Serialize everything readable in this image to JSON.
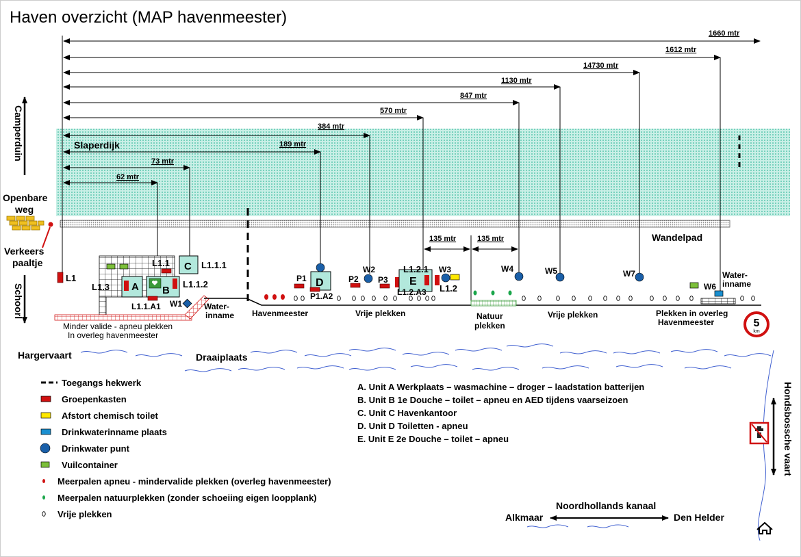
{
  "title": "Haven overzicht (MAP havenmeester)",
  "distances": [
    "1660 mtr",
    "1612 mtr",
    "14730 mtr",
    "1130 mtr",
    "847 mtr",
    "570 mtr",
    "384 mtr",
    "189 mtr",
    "73 mtr",
    "62 mtr"
  ],
  "gap_labels": [
    "135 mtr",
    "135 mtr"
  ],
  "labels": {
    "slaperdijk": "Slaperdijk",
    "camperduin": "Camperduin",
    "schoorl": "Schoorl",
    "openbare_weg": [
      "Openbare",
      "weg"
    ],
    "verkeers_paaltje": [
      "Verkeers",
      "paaltje"
    ],
    "wandelpad": "Wandelpad",
    "hargervaart": "Hargervaart",
    "draaiplaats": "Draaiplaats",
    "hondsbossche_vaart": "Hondsbossche vaart",
    "noordhollands_kanaal": "Noordhollands kanaal",
    "alkmaar": "Alkmaar",
    "den_helder": "Den Helder",
    "speed": "5",
    "speed_unit": "km",
    "minder_valide": [
      "Minder valide - apneu plekken",
      "In overleg havenmeester"
    ],
    "havenmeester": "Havenmeester",
    "vrije_plekken_1": "Vrije plekken",
    "natuur_plekken": [
      "Natuur",
      "plekken"
    ],
    "vrije_plekken_2": "Vrije plekken",
    "plekken_overleg": [
      "Plekken in overleg",
      "Havenmeester"
    ],
    "water_inname_1": [
      "Water-",
      "inname"
    ],
    "water_inname_2": [
      "Water-",
      "inname"
    ]
  },
  "codes": {
    "L1": "L1",
    "L1_1": "L1.1",
    "C": "C",
    "L1_1_1": "L1.1.1",
    "L1_3": "L1.3",
    "A": "A",
    "B": "B",
    "L1_1_2": "L1.1.2",
    "L1_1_A1": "L1.1.A1",
    "W1": "W1",
    "P1": "P1",
    "D": "D",
    "P1_A2": "P1.A2",
    "P2": "P2",
    "W2": "W2",
    "P3": "P3",
    "L1_2_1": "L1.2.1",
    "E": "E",
    "L1_2_A3": "L1.2.A3",
    "W3": "W3",
    "L1_2": "L1.2",
    "W4": "W4",
    "W5": "W5",
    "W7": "W7",
    "W6": "W6"
  },
  "legend_left": [
    {
      "symbol": "dash",
      "label": "Toegangs hekwerk"
    },
    {
      "symbol": "red-box",
      "label": "Groepenkasten"
    },
    {
      "symbol": "yellow-box",
      "label": "Afstort chemisch toilet"
    },
    {
      "symbol": "blue-box",
      "label": "Drinkwaterinname plaats"
    },
    {
      "symbol": "blue-circle",
      "label": "Drinkwater punt"
    },
    {
      "symbol": "green-box",
      "label": "Vuilcontainer"
    },
    {
      "symbol": "red-dot",
      "label": "Meerpalen apneu -  mindervalide plekken (overleg havenmeester)"
    },
    {
      "symbol": "green-dot",
      "label": "Meerpalen natuurplekken (zonder schoeiing eigen loopplank)"
    },
    {
      "symbol": "zero",
      "label": "Vrije plekken"
    }
  ],
  "legend_right": [
    "A.   Unit A Werkplaats – wasmachine – droger  – laadstation batterijen",
    "B.   Unit B 1e Douche – toilet – apneu en AED tijdens vaarseizoen",
    "C.   Unit C Havenkantoor",
    "D.   Unit D Toiletten - apneu",
    "E.   Unit E 2e Douche – toilet – apneu"
  ],
  "colors": {
    "red": "#d01010",
    "blue": "#1a5fa8",
    "yellow": "#ffe800",
    "green": "#7cbf3a",
    "teal": "#b2e8dc",
    "wave": "#4060d0"
  }
}
